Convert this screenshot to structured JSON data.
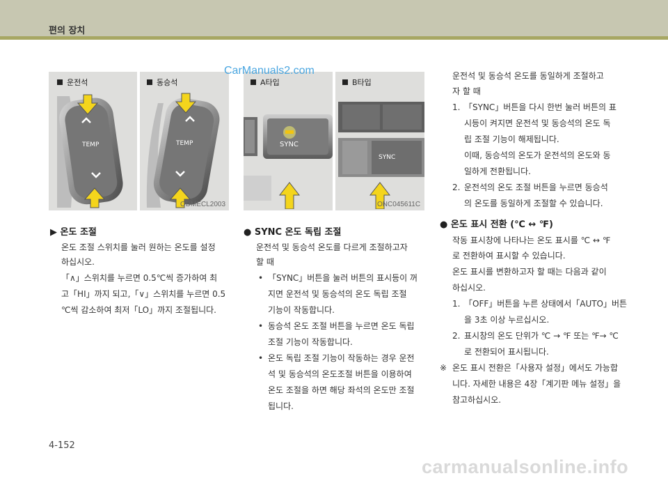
{
  "header": {
    "title": "편의 장치"
  },
  "watermarks": {
    "top": "CarManuals2.com",
    "bottom": "carmanualsonline.info"
  },
  "figures": {
    "driver_label": "운전석",
    "passenger_label": "동승석",
    "type_a_label": "A타입",
    "type_b_label": "B타입",
    "temp_label": "TEMP",
    "sync_label": "SYNC",
    "code_left": "ODMECL2003",
    "code_right": "ONC045611C"
  },
  "col1": {
    "heading": "▶ 온도 조절",
    "lines": [
      "온도 조절 스위치를 눌러 원하는 온도를 설정",
      "하십시오.",
      "「∧」스위치를 누르면 0.5℃씩 증가하여 최",
      "고「HI」까지 되고,「∨」스위치를 누르면 0.5",
      "℃씩 감소하여 최저「LO」까지 조절됩니다."
    ]
  },
  "col2": {
    "heading": "● SYNC 온도 독립 조절",
    "intro": [
      "운전석 및 동승석 온도를 다르게 조절하고자",
      "할 때"
    ],
    "bullets": [
      [
        "•",
        "「SYNC」버튼을 눌러 버튼의 표시등이 꺼"
      ],
      [
        "",
        "지면 운전석 및 동승석의 온도 독립 조절"
      ],
      [
        "",
        "기능이 작동합니다."
      ],
      [
        "•",
        "동승석 온도 조절 버튼을 누르면 온도 독립"
      ],
      [
        "",
        "조절 기능이 작동합니다."
      ],
      [
        "•",
        "온도 독립 조절 기능이 작동하는 경우 운전"
      ],
      [
        "",
        "석 및 동승석의 온도조절 버튼을 이용하여"
      ],
      [
        "",
        "온도 조절을 하면 해당 좌석의 온도만 조절"
      ],
      [
        "",
        "됩니다."
      ]
    ]
  },
  "col3": {
    "intro": [
      "운전석 및 동승석 온도를 동일하게 조절하고",
      "자 할 때"
    ],
    "items1": [
      [
        "1.",
        "「SYNC」버튼을 다시 한번 눌러 버튼의 표"
      ],
      [
        "",
        "시등이 켜지면 운전석 및 동승석의 온도 독"
      ],
      [
        "",
        "립 조절 기능이 해제됩니다."
      ],
      [
        "",
        "이때, 동승석의 온도가 운전석의 온도와 동"
      ],
      [
        "",
        "일하게 전환됩니다."
      ],
      [
        "2.",
        "운전석의 온도 조절 버튼을 누르면 동승석"
      ],
      [
        "",
        "의 온도를 동일하게 조절할 수 있습니다."
      ]
    ],
    "heading2": "● 온도 표시 전환 (℃ ↔ ℉)",
    "para2": [
      "작동 표시창에 나타나는 온도 표시를 ℃ ↔ ℉",
      "로 전환하여 표시할 수 있습니다.",
      "온도 표시를 변환하고자 할 때는 다음과 같이",
      "하십시오."
    ],
    "items2": [
      [
        "1.",
        "「OFF」버튼을 누른 상태에서「AUTO」버튼"
      ],
      [
        "",
        "을 3초 이상 누르십시오."
      ],
      [
        "2.",
        "표시창의 온도 단위가 ℃ → ℉ 또는 ℉→ ℃"
      ],
      [
        "",
        "로 전환되어 표시됩니다."
      ]
    ],
    "note": [
      [
        "※",
        "온도 표시 전환은「사용자 설정」에서도 가능합"
      ],
      [
        "",
        "니다. 자세한 내용은 4장「계기판 메뉴 설정」을"
      ],
      [
        "",
        "참고하십시오."
      ]
    ]
  },
  "page_number": "4-152"
}
